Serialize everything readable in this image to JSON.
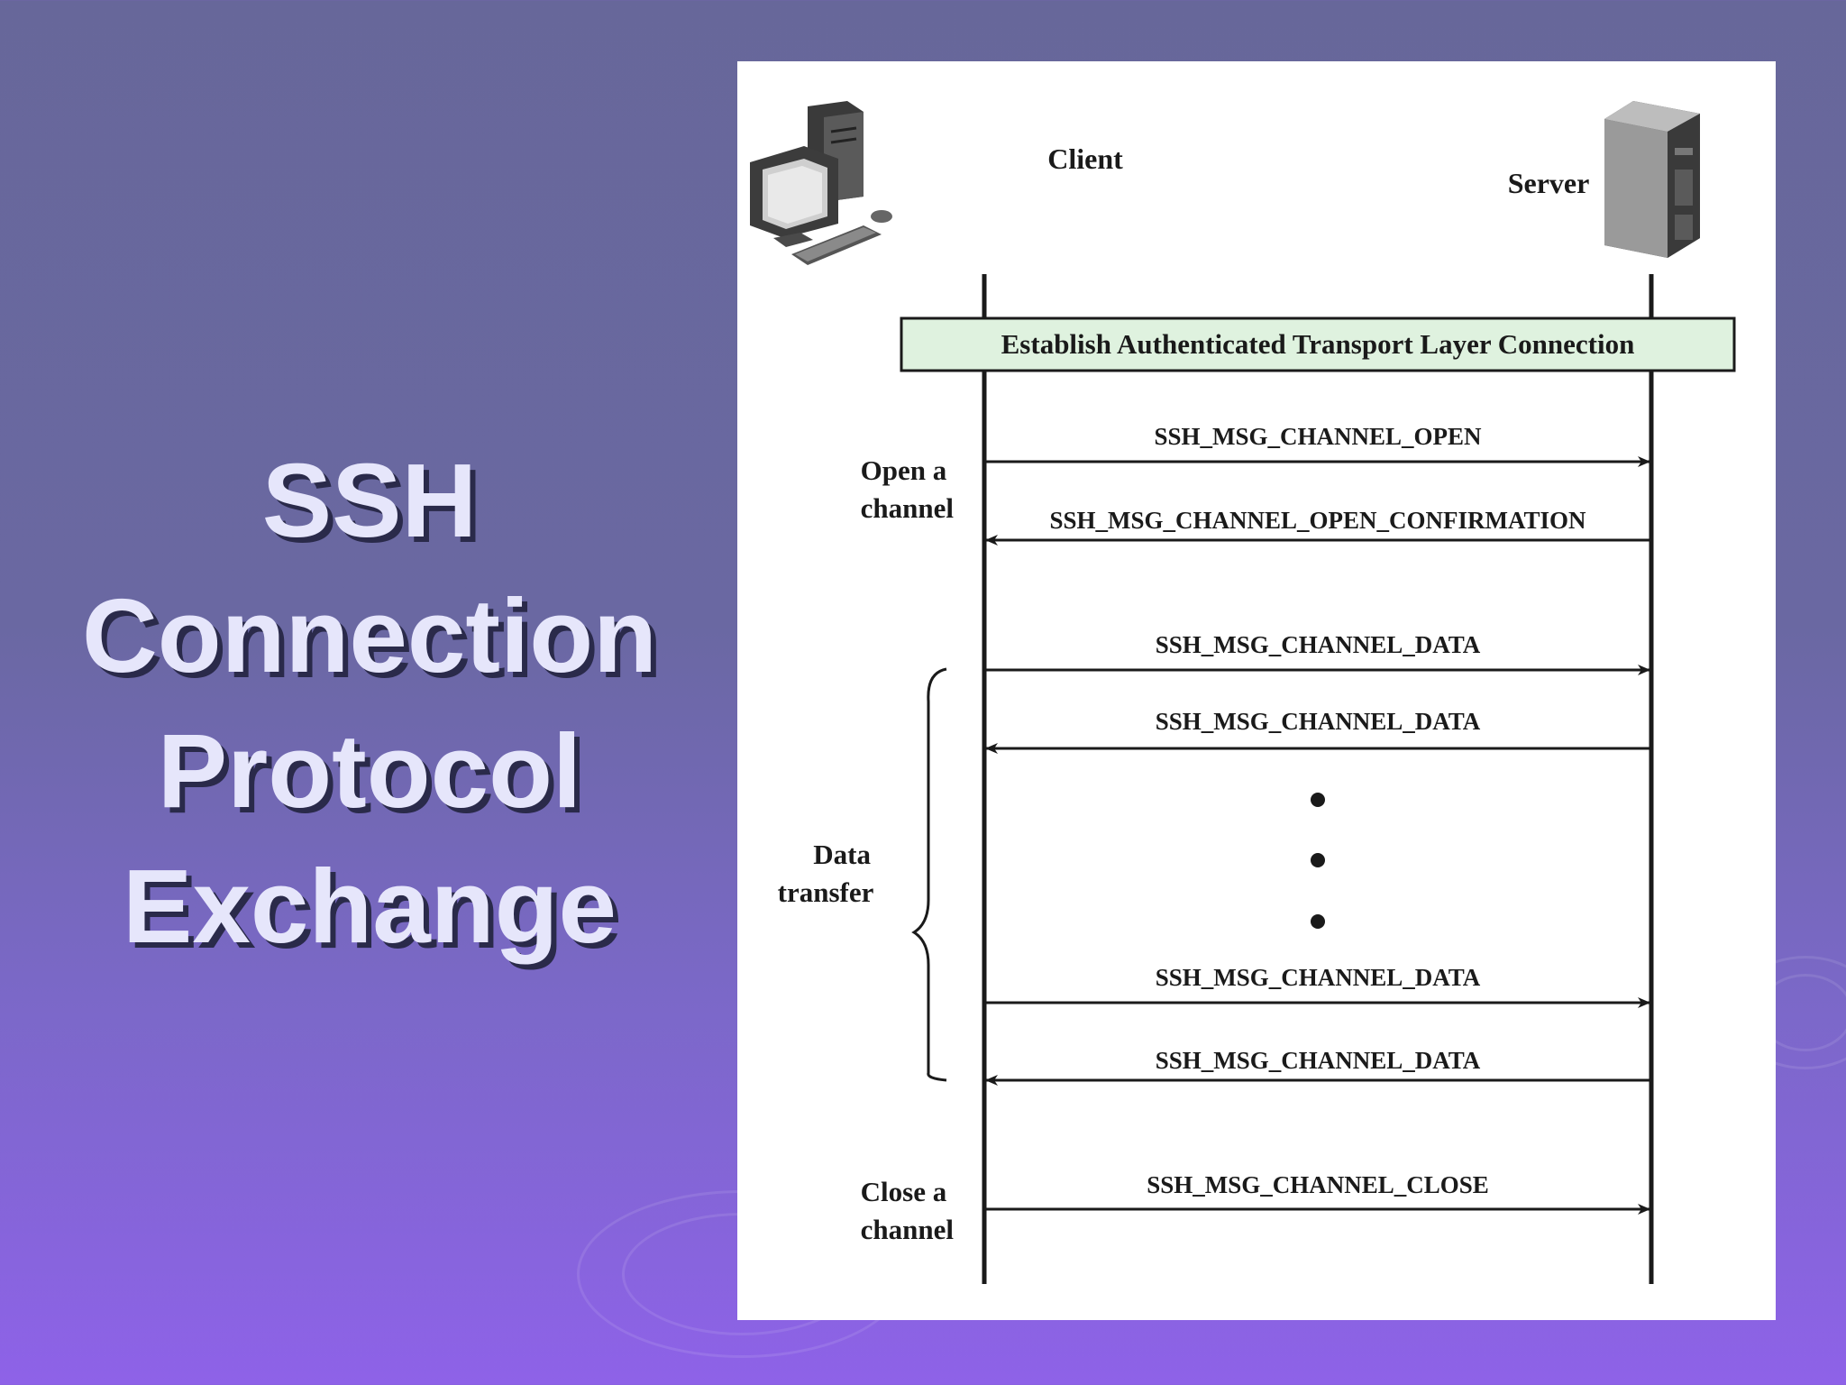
{
  "slide": {
    "title_lines": [
      "SSH",
      "Connection",
      "Protocol",
      "Exchange"
    ]
  },
  "diagram": {
    "client_label": "Client",
    "server_label": "Server",
    "banner": "Establish Authenticated Transport Layer Connection",
    "phases": {
      "open": [
        "Open a",
        "channel"
      ],
      "data": [
        "Data",
        "transfer"
      ],
      "close": [
        "Close a",
        "channel"
      ]
    },
    "messages": [
      {
        "label": "SSH_MSG_CHANNEL_OPEN",
        "direction": "client-to-server"
      },
      {
        "label": "SSH_MSG_CHANNEL_OPEN_CONFIRMATION",
        "direction": "server-to-client"
      },
      {
        "label": "SSH_MSG_CHANNEL_DATA",
        "direction": "client-to-server"
      },
      {
        "label": "SSH_MSG_CHANNEL_DATA",
        "direction": "server-to-client"
      },
      {
        "label": "SSH_MSG_CHANNEL_DATA",
        "direction": "client-to-server"
      },
      {
        "label": "SSH_MSG_CHANNEL_DATA",
        "direction": "server-to-client"
      },
      {
        "label": "SSH_MSG_CHANNEL_CLOSE",
        "direction": "client-to-server"
      }
    ],
    "colors": {
      "banner_fill": "#dff2df",
      "line": "#1a1a1a"
    }
  }
}
